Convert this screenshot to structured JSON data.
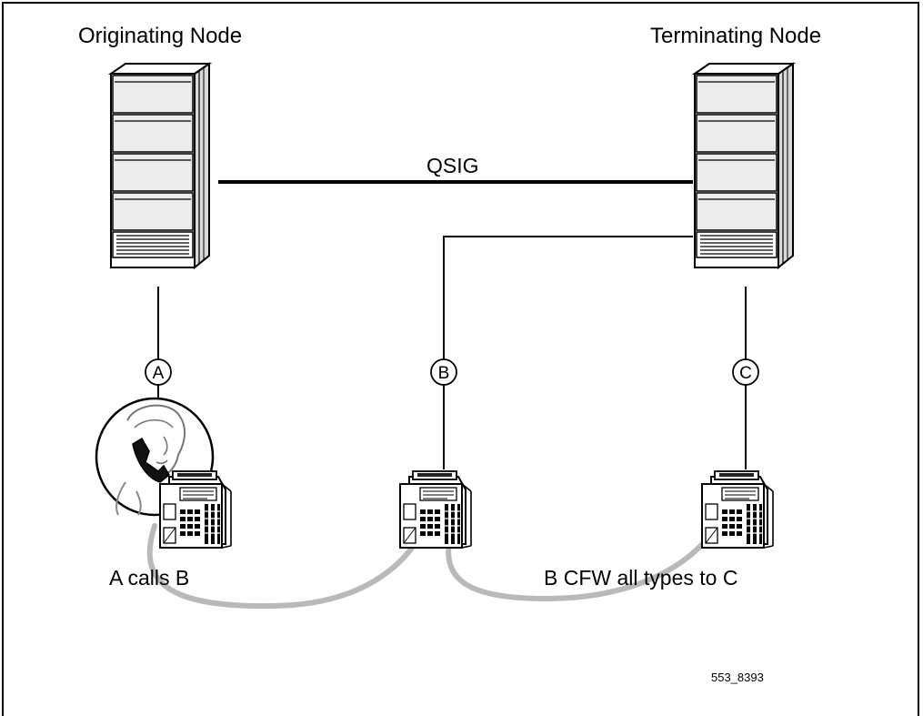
{
  "nodes": {
    "originating": {
      "title": "Originating Node"
    },
    "terminating": {
      "title": "Terminating Node"
    }
  },
  "link": {
    "label": "QSIG"
  },
  "stations": [
    {
      "id": "A",
      "label": "A"
    },
    {
      "id": "B",
      "label": "B"
    },
    {
      "id": "C",
      "label": "C"
    }
  ],
  "captions": {
    "call": "A calls B",
    "forward": "B CFW all types to C"
  },
  "figure_id": "553_8393",
  "colors": {
    "line": "#000000",
    "shelf": "#ececec",
    "call_path": "#b9b9b9"
  }
}
